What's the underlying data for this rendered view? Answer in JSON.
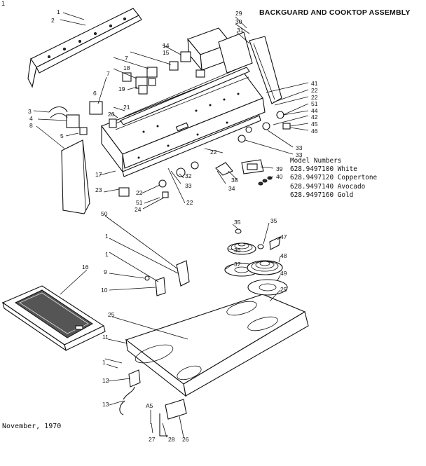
{
  "title": "BACKGUARD AND COOKTOP ASSEMBLY",
  "corner_mark": "1",
  "models": {
    "heading": "Model Numbers",
    "list": [
      "628.9497100 White",
      "628.9497120 Coppertone",
      "628.9497140 Avocado",
      "628.9497160 Gold"
    ]
  },
  "date": "November, 1970",
  "callouts": [
    "1",
    "2",
    "29",
    "30",
    "31",
    "14",
    "15",
    "7",
    "18",
    "7",
    "19",
    "6",
    "3",
    "4",
    "8",
    "5",
    "20",
    "21",
    "41",
    "22",
    "22",
    "51",
    "44",
    "42",
    "45",
    "46",
    "33",
    "33",
    "22",
    "17",
    "23",
    "22",
    "32",
    "51",
    "24",
    "33",
    "22",
    "34",
    "38",
    "39",
    "40",
    "16",
    "50",
    "1",
    "1",
    "9",
    "10",
    "35",
    "36",
    "37",
    "35",
    "47",
    "48",
    "49",
    "25",
    "25",
    "11",
    "1",
    "12",
    "13",
    "A5",
    "27",
    "28",
    "26"
  ]
}
